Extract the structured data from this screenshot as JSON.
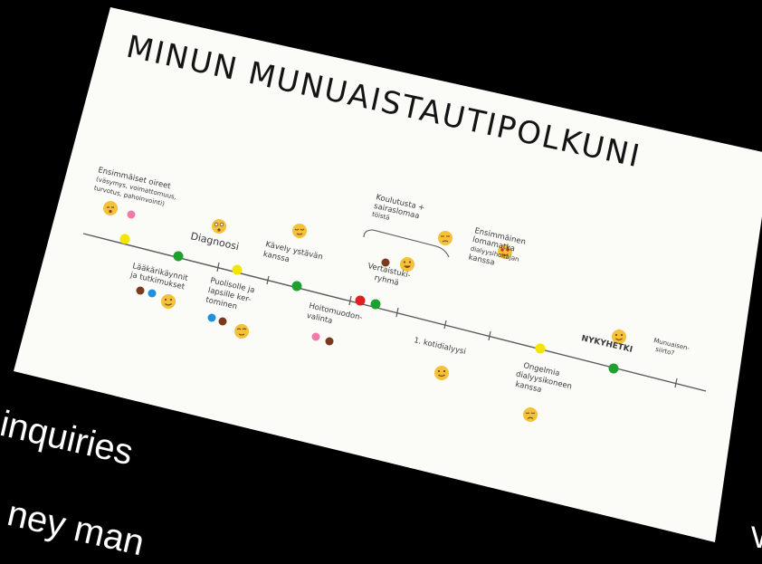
{
  "title": "MINUN MUNUAISTAUTIPOLKUNI",
  "slide_caption_1": "inquiries",
  "slide_caption_2": "ney man",
  "edge_glyph": "W",
  "colors": {
    "background": "#000000",
    "paper": "#fbfbf8",
    "yellow": "#f2e600",
    "green": "#1ea030",
    "red": "#e02020",
    "brown": "#7a3a1e",
    "pink": "#f07aa8",
    "blue": "#1f8fe0",
    "emoji": "#f3c13a"
  },
  "events": {
    "first_signs": {
      "line1": "Ensimmäiset oireet",
      "line2": "(väsymys, voimattomuus,",
      "line3": "turvotus, pahoinvointi)"
    },
    "doctor_visits": {
      "line1": "Lääkärikäynnit",
      "line2": "ja tutkimukset"
    },
    "diagnosis": {
      "label": "Diagnoosi"
    },
    "telling_others": {
      "line1": "Puolisolle ja",
      "line2": "lapsille ker-",
      "line3": "tominen"
    },
    "walk_with_friend": {
      "line1": "Kävely ystävän",
      "line2": "kanssa"
    },
    "treatment_choice": {
      "line1": "Hoitomuodon-",
      "line2": "valinta"
    },
    "training": {
      "line1": "Koulutusta +",
      "line2": "sairaslomaa",
      "line3": "töistä"
    },
    "peer_support": {
      "line1": "Vertaistuki-",
      "line2": "ryhmä"
    },
    "first_home_dialysis": {
      "label": "1. kotidialyysi"
    },
    "first_holiday": {
      "line1": "Ensimmäinen",
      "line2": "lomamatka",
      "line3": "dialyysihoitajan",
      "line4": "kanssa"
    },
    "problems": {
      "line1": "Ongelmia",
      "line2": "dialyysikoneen",
      "line3": "kanssa"
    },
    "now": {
      "label": "NYKYHETKI"
    },
    "transplant": {
      "line1": "Munuaisen-",
      "line2": "siirto?"
    }
  }
}
